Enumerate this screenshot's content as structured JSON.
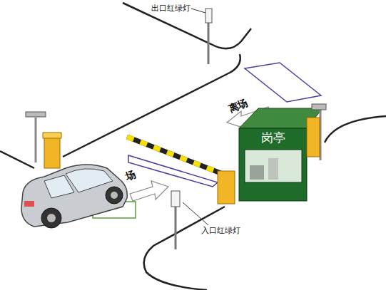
{
  "diagram": {
    "nodes": [
      {
        "text": [
          "岗亭"
        ]
      }
    ],
    "labels": [
      "出口红绿灯",
      "离场",
      "场",
      "入口红绿灯"
    ]
  }
}
